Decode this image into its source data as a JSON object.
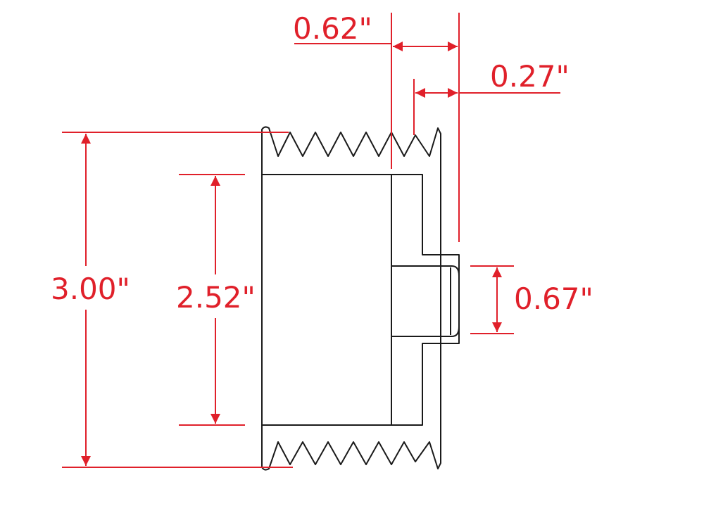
{
  "dimension_color": "#e0202a",
  "outline_color": "#1a1a1a",
  "dimensions": {
    "hub_offset": "0.62\"",
    "rim_width": "0.27\"",
    "outer_diameter": "3.00\"",
    "inner_diameter": "2.52\"",
    "bore": "0.67\""
  }
}
